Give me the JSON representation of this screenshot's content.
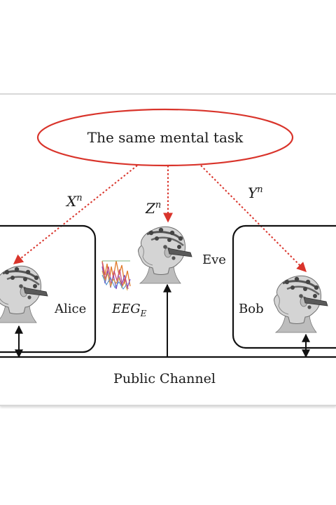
{
  "task_label": "The same mental task",
  "signals": {
    "alice": {
      "base": "X",
      "sup": "n"
    },
    "eve": {
      "base": "Z",
      "sup": "n"
    },
    "bob": {
      "base": "Y",
      "sup": "n"
    }
  },
  "parties": {
    "alice": "Alice",
    "eve": "Eve",
    "bob": "Bob"
  },
  "eeg_label": {
    "base": "EEG",
    "sub": "E"
  },
  "channel_label": "Public Channel",
  "icons": {
    "head": "eeg-headset-head-icon",
    "eeg_plot": "eeg-signal-plot-icon"
  },
  "colors": {
    "task_ellipse": "#d9342b",
    "dotted_arrows": "#d9342b",
    "lines": "#111111"
  }
}
